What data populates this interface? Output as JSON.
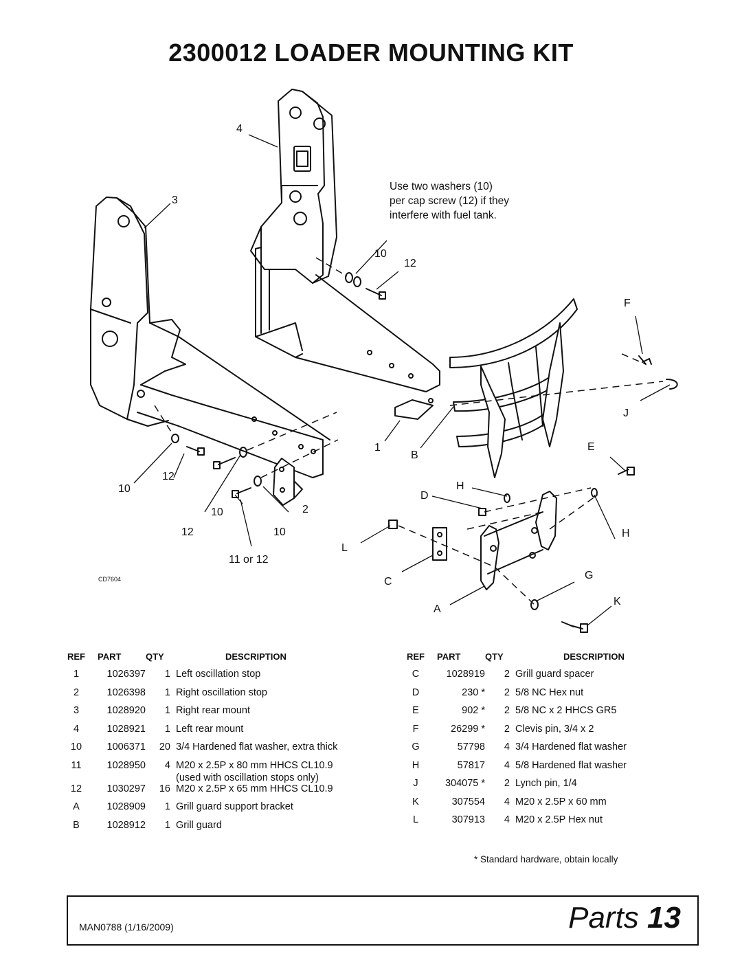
{
  "page": {
    "title": "2300012 LOADER MOUNTING KIT",
    "figure_id": "CD7604"
  },
  "diagram": {
    "note_lines": [
      "Use two washers (10)",
      "per cap screw (12) if they",
      "interfere with fuel tank."
    ],
    "callouts": {
      "c4": "4",
      "c3": "3",
      "c10a": "10",
      "c12a": "12",
      "cF": "F",
      "cJ": "J",
      "c1": "1",
      "cB": "B",
      "cE": "E",
      "c10b": "10",
      "c12b": "12",
      "c10c": "10",
      "c2": "2",
      "c12c": "12",
      "c10d": "10",
      "c11or12": "11 or 12",
      "cD": "D",
      "cH1": "H",
      "cH2": "H",
      "cL": "L",
      "cC": "C",
      "cG": "G",
      "cA": "A",
      "cK": "K"
    }
  },
  "table": {
    "headers": {
      "ref": "REF",
      "part": "PART",
      "qty": "QTY",
      "description": "DESCRIPTION"
    },
    "left": [
      {
        "ref": "1",
        "part": "1026397",
        "qty": "1",
        "description": "Left oscillation stop"
      },
      {
        "ref": "2",
        "part": "1026398",
        "qty": "1",
        "description": "Right oscillation stop"
      },
      {
        "ref": "3",
        "part": "1028920",
        "qty": "1",
        "description": "Right rear mount"
      },
      {
        "ref": "4",
        "part": "1028921",
        "qty": "1",
        "description": "Left rear mount"
      },
      {
        "ref": "10",
        "part": "1006371",
        "qty": "20",
        "description": "3/4 Hardened flat washer, extra thick"
      },
      {
        "ref": "11",
        "part": "1028950",
        "qty": "4",
        "description": "M20 x 2.5P x 80 mm HHCS CL10.9",
        "description2": "(used with oscillation stops only)"
      },
      {
        "ref": "12",
        "part": "1030297",
        "qty": "16",
        "description": "M20 x 2.5P x 65 mm HHCS CL10.9"
      },
      {
        "ref": "A",
        "part": "1028909",
        "qty": "1",
        "description": "Grill guard support bracket"
      },
      {
        "ref": "B",
        "part": "1028912",
        "qty": "1",
        "description": "Grill guard"
      }
    ],
    "right": [
      {
        "ref": "C",
        "part": "1028919",
        "qty": "2",
        "description": "Grill guard spacer"
      },
      {
        "ref": "D",
        "part": "230 *",
        "qty": "2",
        "description": "5/8 NC Hex nut"
      },
      {
        "ref": "E",
        "part": "902 *",
        "qty": "2",
        "description": "5/8 NC x 2 HHCS GR5"
      },
      {
        "ref": "F",
        "part": "26299 *",
        "qty": "2",
        "description": "Clevis pin, 3/4 x 2"
      },
      {
        "ref": "G",
        "part": "57798",
        "qty": "4",
        "description": "3/4 Hardened flat washer"
      },
      {
        "ref": "H",
        "part": "57817",
        "qty": "4",
        "description": "5/8 Hardened flat washer"
      },
      {
        "ref": "J",
        "part": "304075 *",
        "qty": "2",
        "description": "Lynch pin, 1/4"
      },
      {
        "ref": "K",
        "part": "307554",
        "qty": "4",
        "description": "M20 x 2.5P x 60 mm"
      },
      {
        "ref": "L",
        "part": "307913",
        "qty": "4",
        "description": "M20 x 2.5P Hex nut"
      }
    ],
    "footnote": "*   Standard hardware, obtain locally"
  },
  "footer": {
    "manual": "MAN0788 (1/16/2009)",
    "section": "Parts",
    "page_number": "13"
  }
}
